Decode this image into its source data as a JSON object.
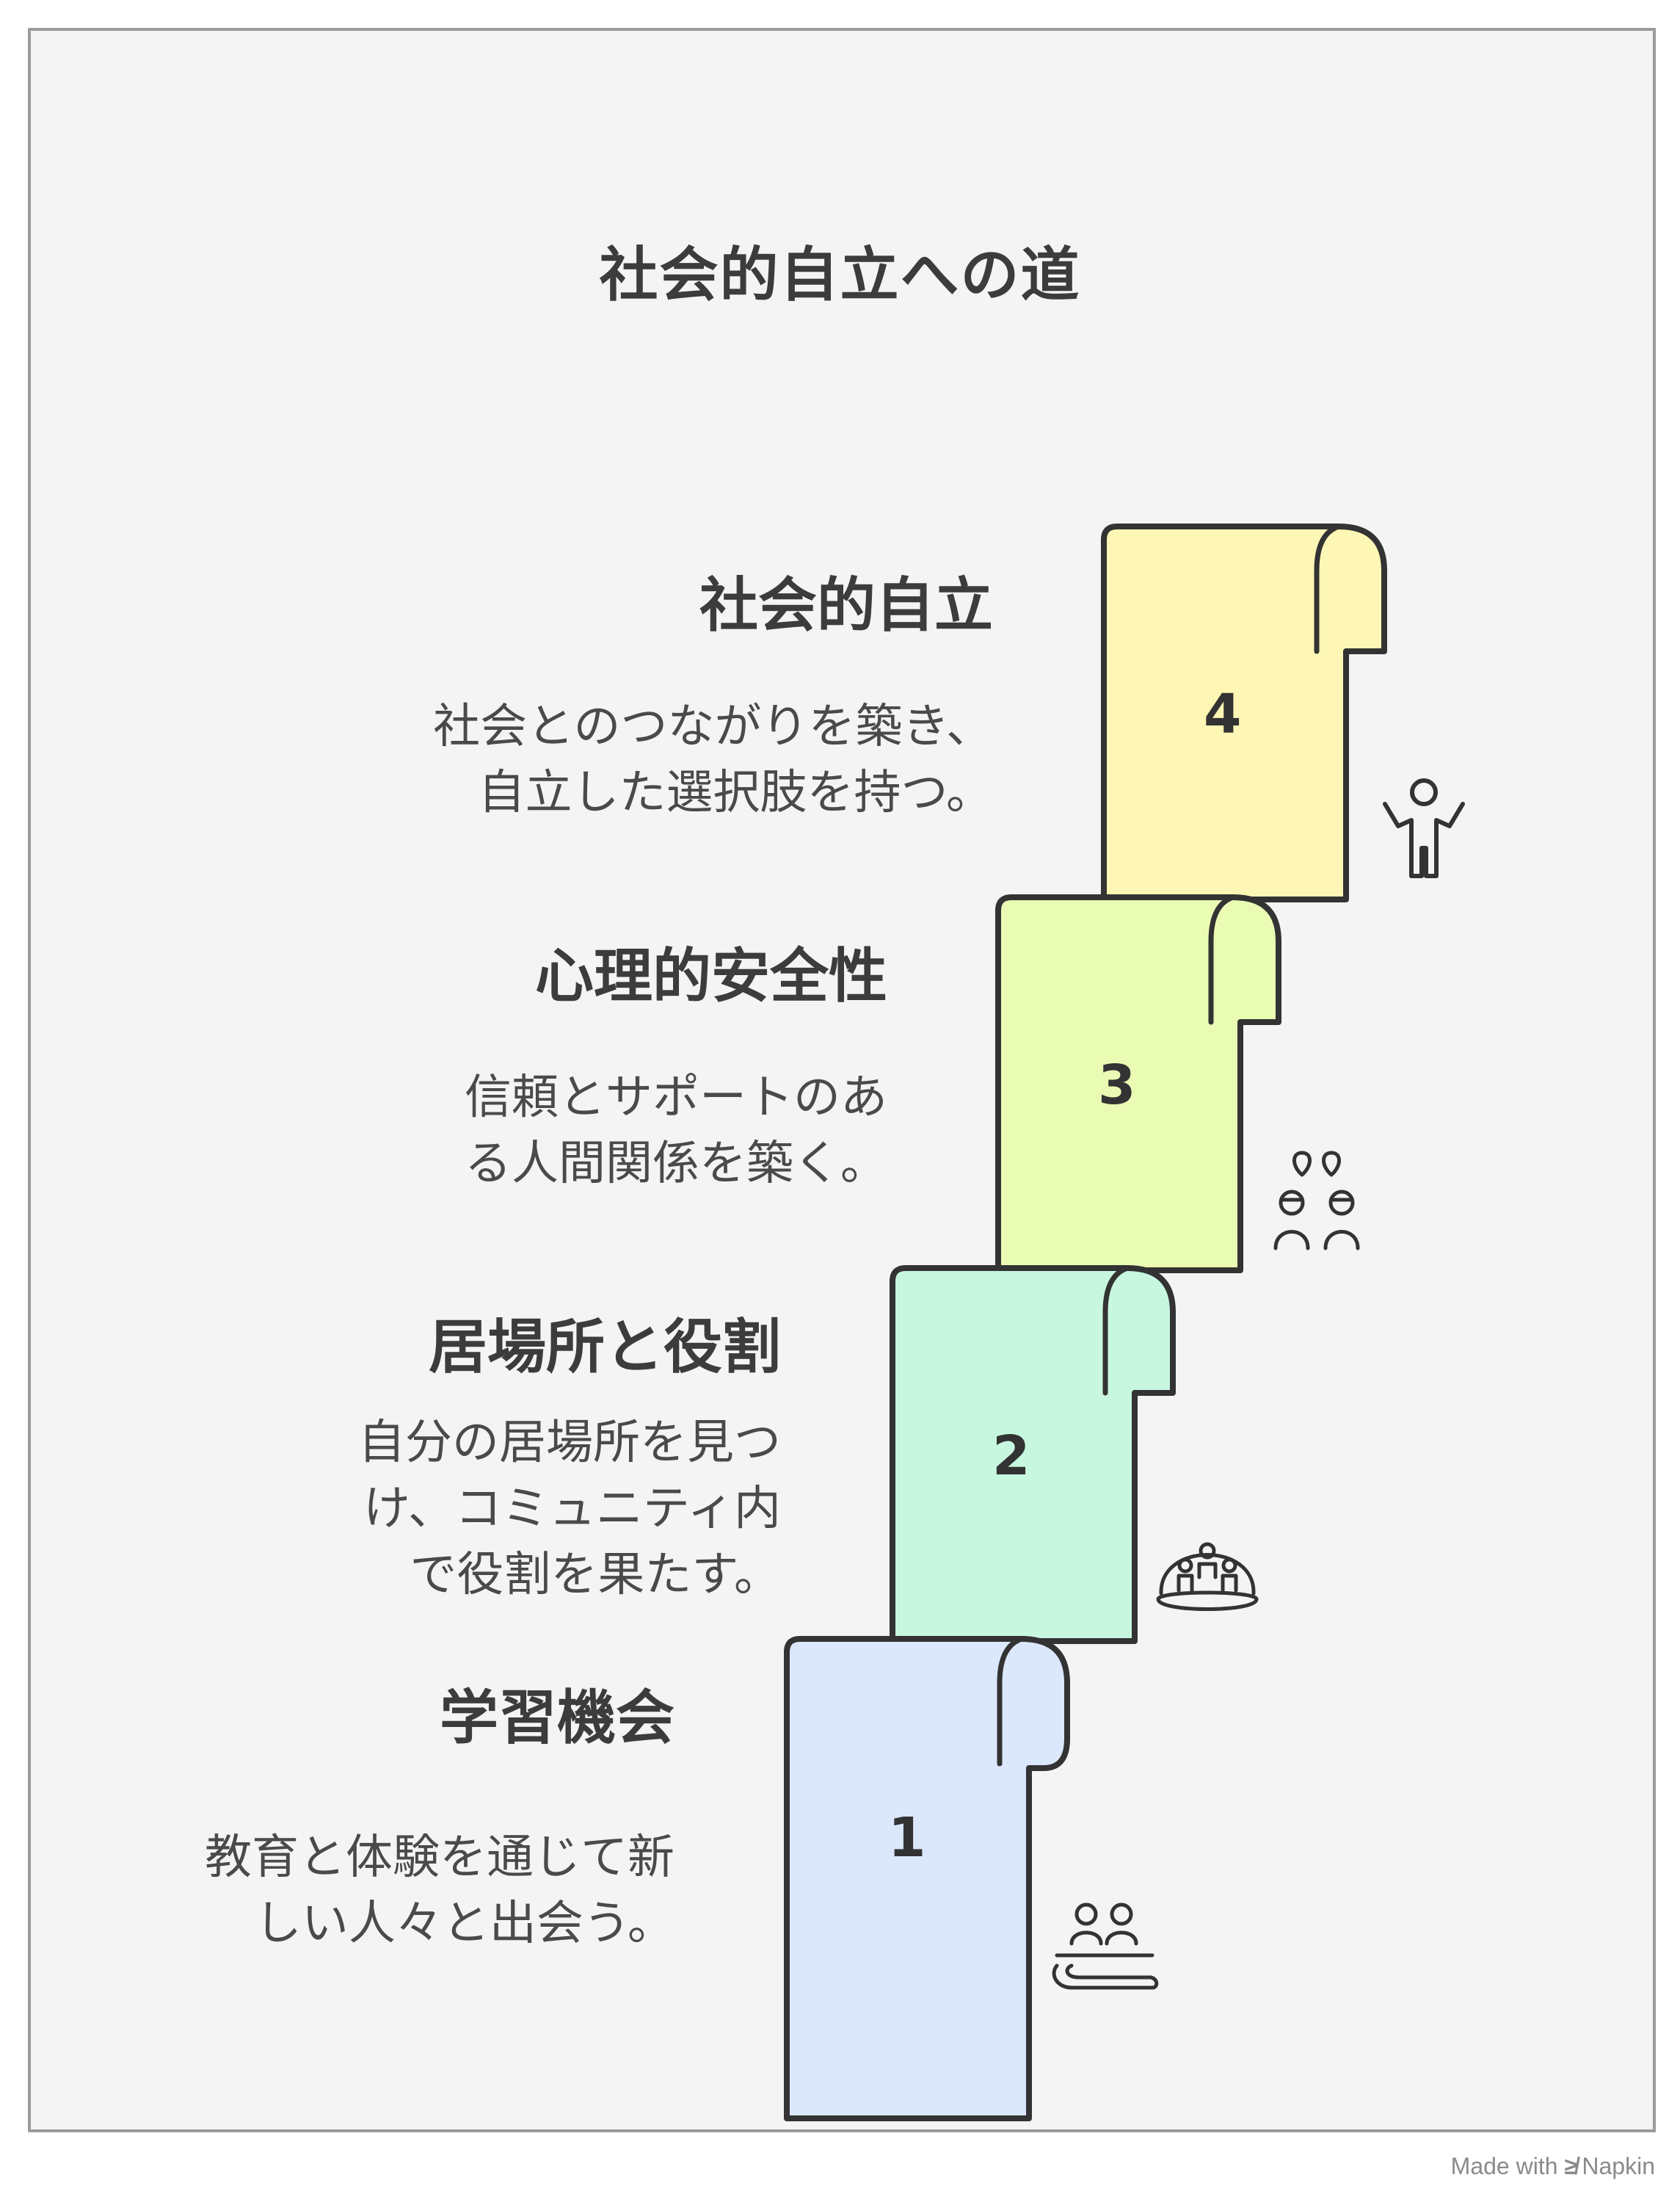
{
  "title": "社会的自立への道",
  "steps": [
    {
      "number": "1",
      "heading": "学習機会",
      "description": "教育と体験を通じて新\nしい人々と出会う。",
      "color": "#dbe7fb",
      "icon": "people-at-table-icon"
    },
    {
      "number": "2",
      "heading": "居場所と役割",
      "description": "自分の居場所を見つ\nけ、コミュニティ内\nで役割を果たす。",
      "color": "#c8f7e0",
      "icon": "community-dome-icon"
    },
    {
      "number": "3",
      "heading": "心理的安全性",
      "description": "信頼とサポートのあ\nる人間関係を築く。",
      "color": "#eafbb4",
      "icon": "two-people-hearts-icon"
    },
    {
      "number": "4",
      "heading": "社会的自立",
      "description": "社会とのつながりを築き、\n自立した選択肢を持つ。",
      "color": "#fdf6b4",
      "icon": "cheering-person-icon"
    }
  ],
  "footer": {
    "prefix": "Made with",
    "brand": "Napkin"
  }
}
